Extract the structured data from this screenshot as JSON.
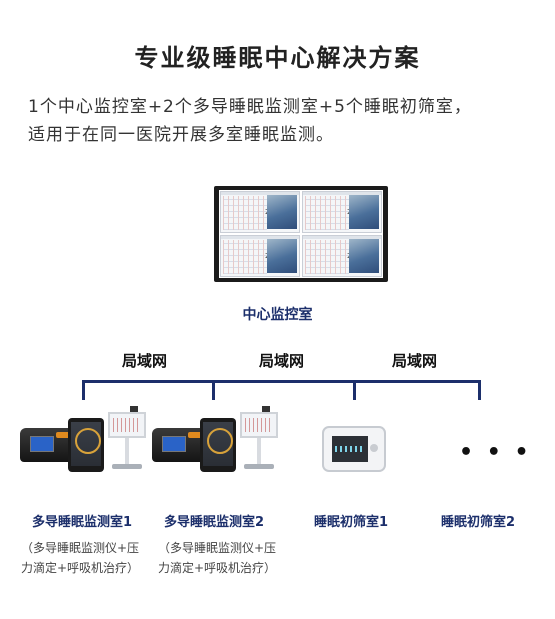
{
  "title": "专业级睡眠中心解决方案",
  "intro": {
    "line1": "1个中心监控室+2个多导睡眠监测室+5个睡眠初筛室，",
    "line2": "适用于在同一医院开展多室睡眠监测。"
  },
  "monitor": {
    "panes": [
      {
        "label": "2"
      },
      {
        "label": "2"
      },
      {
        "label": "2"
      },
      {
        "label": "2"
      }
    ]
  },
  "center_label": "中心监控室",
  "network_labels": [
    "局域网",
    "局域网",
    "局域网"
  ],
  "rooms": [
    {
      "name": "多导睡眠监测室1",
      "note_line1": "（多导睡眠监测仪+压",
      "note_line2": "力滴定+呼吸机治疗）"
    },
    {
      "name": "多导睡眠监测室2",
      "note_line1": "（多导睡眠监测仪+压",
      "note_line2": "力滴定+呼吸机治疗）"
    },
    {
      "name": "睡眠初筛室1"
    },
    {
      "name": "睡眠初筛室2"
    }
  ],
  "ellipsis": "• • •",
  "colors": {
    "accent": "#1c2f6b",
    "title": "#222222"
  }
}
